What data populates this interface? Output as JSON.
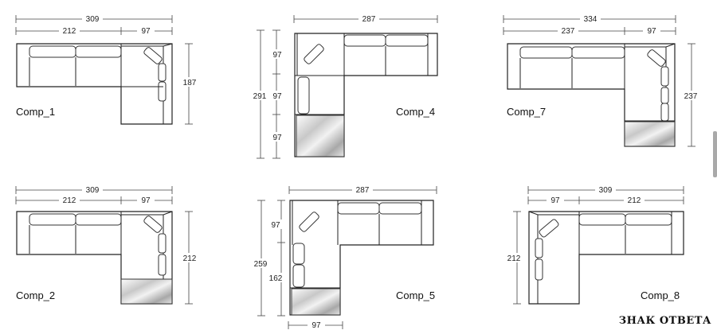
{
  "compositions": [
    {
      "id": "comp1",
      "label": "Comp_1",
      "dims": {
        "total": "309",
        "left": "212",
        "right": "97",
        "height": "187"
      }
    },
    {
      "id": "comp2",
      "label": "Comp_2",
      "dims": {
        "total": "309",
        "left": "212",
        "right": "97",
        "height": "212"
      }
    },
    {
      "id": "comp4",
      "label": "Comp_4",
      "dims": {
        "total": "287",
        "height": "291",
        "seg1": "97",
        "seg2": "97",
        "seg3": "97"
      }
    },
    {
      "id": "comp5",
      "label": "Comp_5",
      "dims": {
        "total": "287",
        "height": "259",
        "top": "97",
        "lower": "162",
        "bottom": "97"
      }
    },
    {
      "id": "comp7",
      "label": "Comp_7",
      "dims": {
        "total": "334",
        "left": "237",
        "right": "97",
        "height": "237"
      }
    },
    {
      "id": "comp8",
      "label": "Comp_8",
      "dims": {
        "total": "309",
        "left": "97",
        "right": "212",
        "height": "212"
      }
    }
  ],
  "watermark": "ЗНАК ОТВЕТА",
  "colors": {
    "line": "#222222",
    "chaise_light": "#f4f4f4",
    "chaise_dark": "#9a9a9a"
  }
}
